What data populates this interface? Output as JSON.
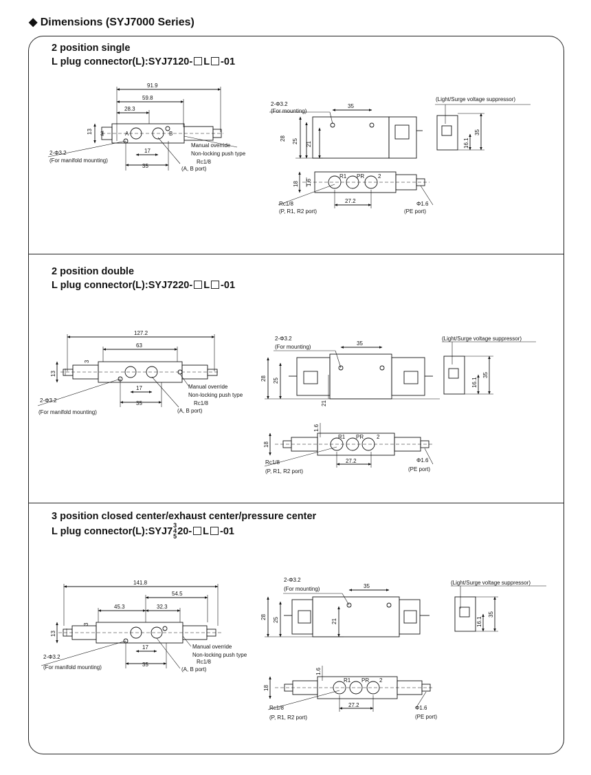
{
  "page_title": "◆ Dimensions (SYJ7000 Series)",
  "sections": [
    {
      "line1": "2 position single",
      "line2_prefix": "L plug connector(L):SYJ7120-",
      "line2_mid": "L",
      "line2_suffix": "-01",
      "labels": {
        "d_overall": "91.9",
        "d_mid": "59.8",
        "d_short": "28.3",
        "d_h13": "13",
        "d_h3": "3",
        "d_17": "17",
        "d_35": "35",
        "mount_hole": "2-Φ3.2",
        "manifold_note": "(For manifold mounting)",
        "manual": "Manual override",
        "nonlock": "Non-locking push type",
        "rc": "Rc1/8",
        "ab_port": "(A, B port)",
        "port_a": "A",
        "port_b": "B",
        "top_hole": "2-Φ3.2",
        "for_mounting": "(For mounting)",
        "top_35": "35",
        "h28": "28",
        "h25": "25",
        "h21": "21",
        "suppressor": "(Light/Surge voltage suppressor)",
        "s35": "35",
        "s161": "16.1",
        "b18": "18",
        "b16": "1.6",
        "r1": "R1",
        "pr": "PR",
        "p2": "2",
        "b272": "27.2",
        "brc": "Rc1/8",
        "bports": "(P, R1, R2 port)",
        "phi16": "Φ1.6",
        "pe": "(PE port)"
      }
    },
    {
      "line1": "2 position double",
      "line2_prefix": "L plug connector(L):SYJ7220-",
      "line2_mid": "L",
      "line2_suffix": "-01",
      "labels": {
        "d_overall": "127.2",
        "d_mid": "63",
        "d_h13": "13",
        "d_h3": "3",
        "d_17": "17",
        "d_35": "35",
        "mount_hole": "2-Φ3.2",
        "manifold_note": "(For manifold mounting)",
        "manual": "Manual override",
        "nonlock": "Non-locking push type",
        "rc": "Rc1/8",
        "ab_port": "(A, B  port)",
        "top_hole": "2-Φ3.2",
        "for_mounting": "(For mounting)",
        "top_35": "35",
        "h28": "28",
        "h25": "25",
        "h21": "21",
        "suppressor": "(Light/Surge voltage suppressor)",
        "s35": "35",
        "s161": "16.1",
        "b18": "18",
        "b16": "1.6",
        "r1": "R1",
        "pr": "PR",
        "p2": "2",
        "b272": "27.2",
        "brc": "Rc1/8",
        "bports": "(P, R1, R2 port)",
        "phi16": "Φ1.6",
        "pe": "(PE  port)"
      }
    },
    {
      "line1": "3 position closed center/exhaust center/pressure center",
      "line2_prefix": "L plug connector(L):SYJ7",
      "line2_stack": [
        "3",
        "4",
        "5"
      ],
      "line2_after_stack": "20-",
      "line2_mid": "L",
      "line2_suffix": "-01",
      "labels": {
        "d_overall": "141.8",
        "d_right": "54.5",
        "d_453": "45.3",
        "d_323": "32.3",
        "d_h13": "13",
        "d_h3": "3",
        "d_17": "17",
        "d_35": "35",
        "mount_hole": "2-Φ3.2",
        "manifold_note": "(For manifold mounting)",
        "manual": "Manual override",
        "nonlock": "Non-locking push type",
        "rc": "Rc1/8",
        "ab_port": "(A, B port)",
        "top_hole": "2-Φ3.2",
        "for_mounting": "(For mounting)",
        "top_35": "35",
        "h28": "28",
        "h25": "25",
        "h21": "21",
        "suppressor": "(Light/Surge voltage suppressor)",
        "s35": "35",
        "s161": "16.1",
        "b18": "18",
        "b16": "1.6",
        "r1": "R1",
        "pr": "PR",
        "p2": "2",
        "b272": "27.2",
        "brc": "Rc1/8",
        "bports": "(P, R1, R2 port)",
        "phi16": "Φ1.6",
        "pe": "(PE port)"
      }
    }
  ]
}
